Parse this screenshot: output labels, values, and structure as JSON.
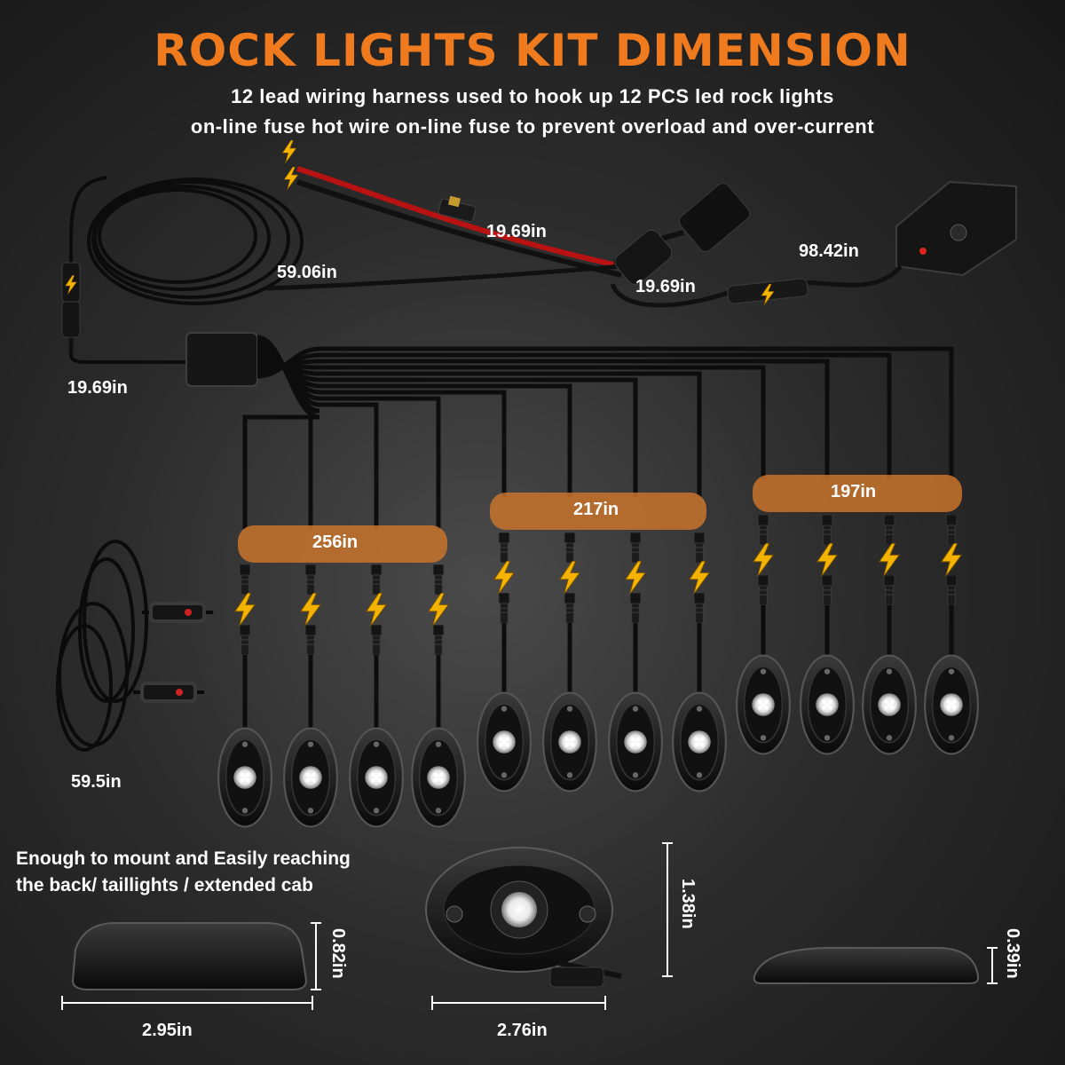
{
  "colors": {
    "accent": "#f07a1e",
    "bolt": "#f5b301",
    "wire_red": "#c01414",
    "band": "#c8742c"
  },
  "header": {
    "title": "ROCK LIGHTS KIT DIMENSION",
    "line1": "12 lead wiring harness used to hook up 12 PCS led rock lights",
    "line2": "on-line fuse hot wire on-line fuse to prevent overload and over-current"
  },
  "wiring": {
    "fuse_wire": "19.69in",
    "main_cable": "59.06in",
    "switch_box_cable": "98.42in",
    "connector_lead": "19.69in",
    "splitter_lead": "19.69in"
  },
  "groups": [
    {
      "length": "256in"
    },
    {
      "length": "217in"
    },
    {
      "length": "197in"
    }
  ],
  "extension": {
    "length": "59.5in"
  },
  "note": {
    "line1": "Enough to mount and Easily reaching",
    "line2": "the back/ taillights / extended cab"
  },
  "dimensions": {
    "side_width": "2.95in",
    "side_height": "0.82in",
    "top_width": "2.76in",
    "top_height": "1.38in",
    "flat_height": "0.39in"
  },
  "icons": [
    "bolt-icon",
    "rock-light-icon",
    "fuse-icon",
    "switch-box-icon",
    "connector-icon"
  ]
}
